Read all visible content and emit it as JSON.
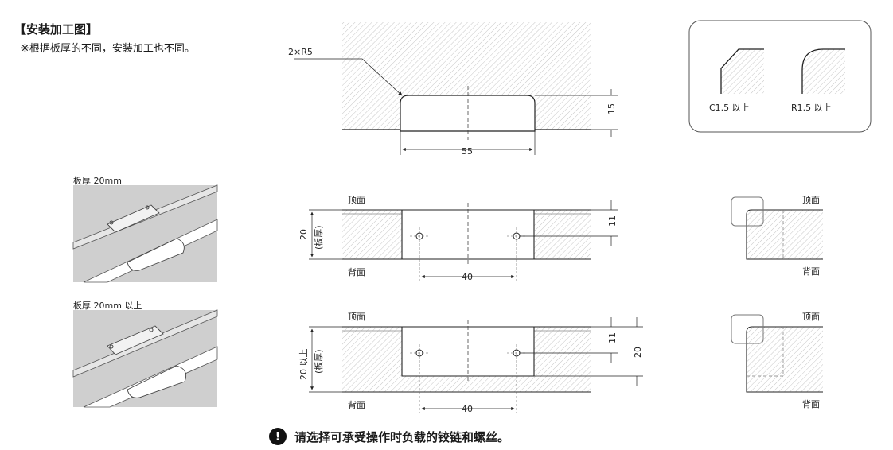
{
  "header": {
    "title": "【安装加工图】",
    "subtitle": "※根据板厚的不同，安装加工也不同。"
  },
  "top_view": {
    "radius_label": "2×R5",
    "width_label": "55",
    "depth_label": "15"
  },
  "corner_box": {
    "chamfer_label": "C1.5 以上",
    "round_label": "R1.5 以上"
  },
  "case_20mm": {
    "photo_label": "板厚 20mm",
    "top_face": "顶面",
    "back_face": "背面",
    "thickness_label": "20",
    "thickness_note": "(板厚)",
    "hole_offset": "11",
    "hole_pitch": "40",
    "side_top_face": "顶面",
    "side_back_face": "背面"
  },
  "case_20mm_plus": {
    "photo_label": "板厚 20mm 以上",
    "top_face": "顶面",
    "back_face": "背面",
    "thickness_label": "20 以上",
    "thickness_note": "(板厚)",
    "hole_offset": "11",
    "depth_label": "20",
    "hole_pitch": "40",
    "side_top_face": "顶面",
    "side_back_face": "背面"
  },
  "footer": {
    "warning_icon": "exclamation-icon",
    "note": "请选择可承受操作时负载的铰链和螺丝。"
  }
}
